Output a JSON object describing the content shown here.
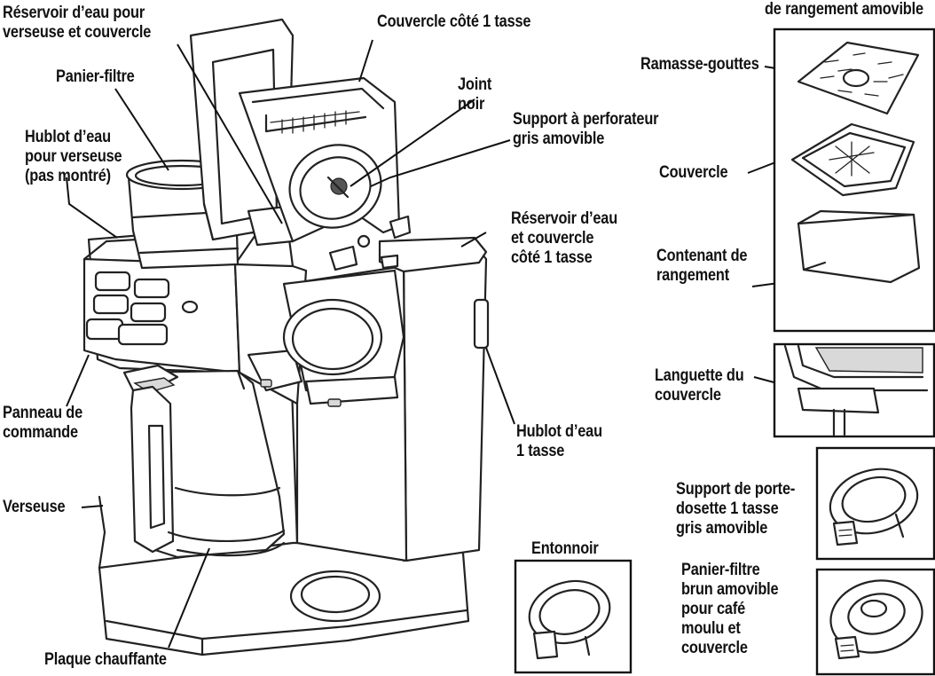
{
  "labels": {
    "reservoir_verseuse": [
      "Réservoir d’eau pour",
      "verseuse et couvercle"
    ],
    "couvercle_1_tasse": [
      "Couvercle côté 1 tasse"
    ],
    "rangement_title": [
      "de rangement amovible"
    ],
    "panier_filtre": [
      "Panier-filtre"
    ],
    "joint_noir": [
      "Joint",
      "noir"
    ],
    "hublot_verseuse": [
      "Hublot d’eau",
      "pour verseuse",
      "(pas montré)"
    ],
    "support_perforateur": [
      "Support à perforateur",
      "gris amovible"
    ],
    "reservoir_1_tasse": [
      "Réservoir d’eau",
      "et couvercle",
      "côté 1 tasse"
    ],
    "ramasse_gouttes": [
      "Ramasse-gouttes"
    ],
    "couvercle": [
      "Couvercle"
    ],
    "contenant_rangement": [
      "Contenant de",
      "rangement"
    ],
    "languette": [
      "Languette du",
      "couvercle"
    ],
    "panneau_commande": [
      "Panneau de",
      "commande"
    ],
    "hublot_1_tasse": [
      "Hublot d’eau",
      "1 tasse"
    ],
    "support_porte_dosette": [
      "Support de porte-",
      "dosette 1 tasse",
      "gris amovible"
    ],
    "verseuse": [
      "Verseuse"
    ],
    "entonnoir": [
      "Entonnoir"
    ],
    "panier_filtre_brun": [
      "Panier-filtre",
      "brun amovible",
      "pour café",
      "moulu et",
      "couvercle"
    ],
    "plaque_chauffante": [
      "Plaque chauffante"
    ]
  }
}
